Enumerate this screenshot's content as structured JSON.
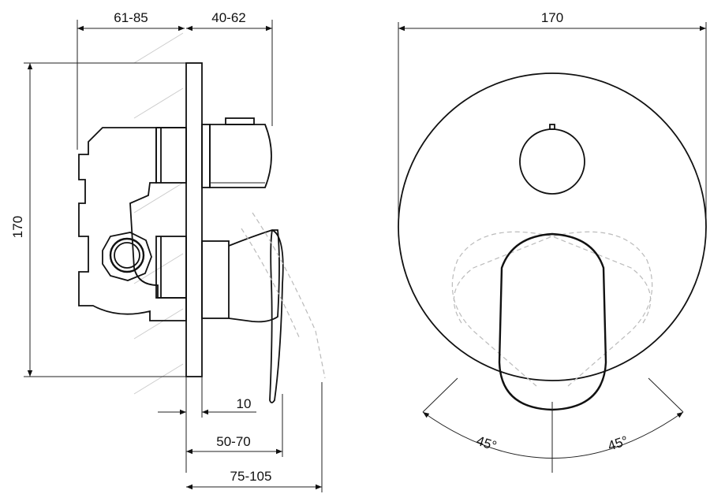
{
  "side_view": {
    "dims": {
      "depth_body": "61-85",
      "depth_cover": "40-62",
      "height": "170",
      "plate": "10",
      "projection_a": "50-70",
      "projection_b": "75-105"
    }
  },
  "front_view": {
    "dims": {
      "diameter": "170",
      "angle_left": "45°",
      "angle_right": "45°"
    }
  }
}
